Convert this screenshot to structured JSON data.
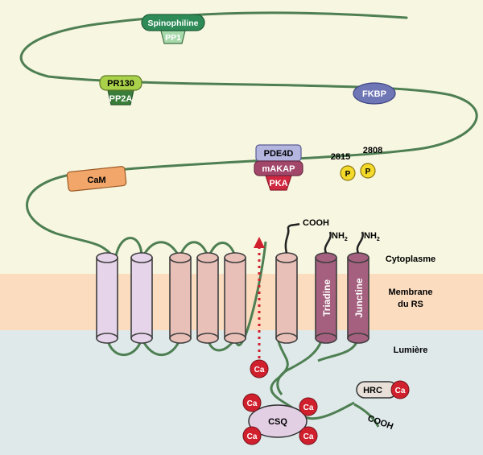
{
  "colors": {
    "cytoplasm_bg": "#f7f6e1",
    "membrane_band": "#fbdcbf",
    "lumen_bg": "#dfe9ea",
    "chain": "#4e7f52",
    "lilac": "#e6d4ea",
    "rose": "#e8c0b8",
    "plum": "#a4607e",
    "ca_red": "#d0202e",
    "phospho_yellow": "#f3da2a"
  },
  "labels": {
    "spinophiline": "Spinophiline",
    "pp1": "PP1",
    "pr130": "PR130",
    "pp2a": "PP2A",
    "fkbp": "FKBP",
    "pde4d": "PDE4D",
    "makap": "mAKAP",
    "pka": "PKA",
    "cam": "CaM",
    "site_2815": "2815",
    "site_2808": "2808",
    "phospho": "P",
    "cooh": "COOH",
    "nh2": "NH",
    "nh2_sub": "2",
    "cytoplasme": "Cytoplasme",
    "membrane_l1": "Membrane",
    "membrane_l2": "du RS",
    "lumiere": "Lumière",
    "triadine": "Triadine",
    "junctine": "Junctine",
    "ca": "Ca",
    "csq": "CSQ",
    "hrc": "HRC"
  }
}
